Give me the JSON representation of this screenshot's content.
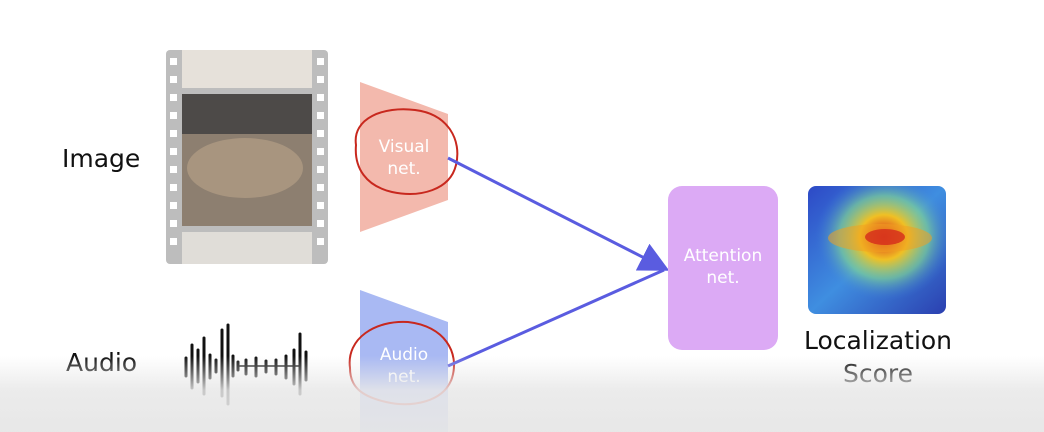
{
  "labels": {
    "image": "Image",
    "audio": "Audio",
    "visual_net_line1": "Visual",
    "visual_net_line2": "net.",
    "audio_net_line1": "Audio",
    "audio_net_line2": "net.",
    "attention_line1": "Attention",
    "attention_line2": "net.",
    "output_line1": "Localization",
    "output_line2": "Score"
  },
  "colors": {
    "visual_net": "#f3b9ad",
    "audio_net": "#a9b9f3",
    "attention_net": "#dcaaf5",
    "arrow": "#5a5ce0",
    "annotation_circle": "#c8281e"
  }
}
